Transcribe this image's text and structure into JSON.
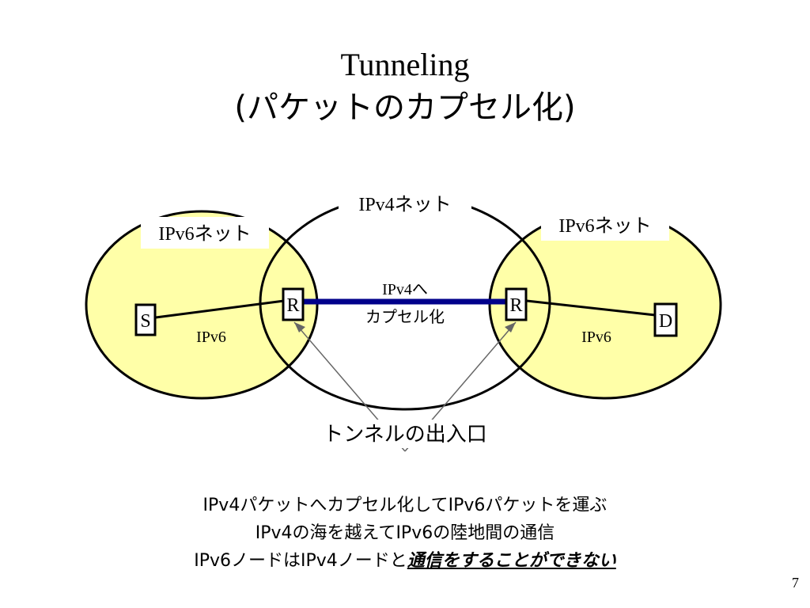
{
  "slide": {
    "title_line1": "Tunneling",
    "title_line2": "(パケットのカプセル化)",
    "page_number": "7"
  },
  "diagram": {
    "ipv4_network_label": "IPv4ネット",
    "ipv6_left_network_label": "IPv6ネット",
    "ipv6_right_network_label": "IPv6ネット",
    "source_node": "S",
    "destination_node": "D",
    "router_left": "R",
    "router_right": "R",
    "left_link_label": "IPv6",
    "right_link_label": "IPv6",
    "tunnel_label_line1": "IPv4へ",
    "tunnel_label_line2": "カプセル化",
    "tunnel_endpoint_label": "トンネルの出入口",
    "colors": {
      "ipv6_fill": "#ffffa8",
      "tunnel_line": "#00008b",
      "outline": "#000000",
      "pointer_line": "#666666"
    }
  },
  "notes": {
    "line1": "IPv4パケットへカプセル化してIPv6パケットを運ぶ",
    "line2": "IPv4の海を越えてIPv6の陸地間の通信",
    "line3_prefix": "IPv6ノードはIPv4ノードと",
    "line3_emphasis": "通信をすることができない"
  }
}
